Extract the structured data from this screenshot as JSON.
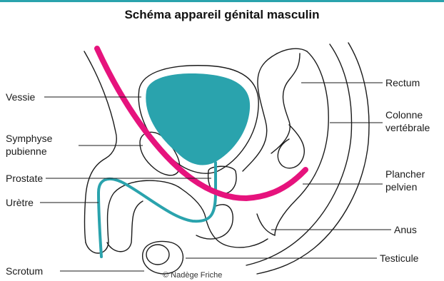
{
  "title": "Schéma appareil génital masculin",
  "credit": "© Nadège Friche",
  "colors": {
    "accent": "#2aa3ad",
    "pelvic_floor": "#e6137d",
    "outline": "#1a1a1a"
  },
  "labels": {
    "vessie": "Vessie",
    "symphyse_1": "Symphyse",
    "symphyse_2": "pubienne",
    "prostate": "Prostate",
    "uretre": "Urètre",
    "scrotum": "Scrotum",
    "rectum": "Rectum",
    "colonne_1": "Colonne",
    "colonne_2": "vertébrale",
    "plancher_1": "Plancher",
    "plancher_2": "pelvien",
    "anus": "Anus",
    "testicule": "Testicule"
  }
}
